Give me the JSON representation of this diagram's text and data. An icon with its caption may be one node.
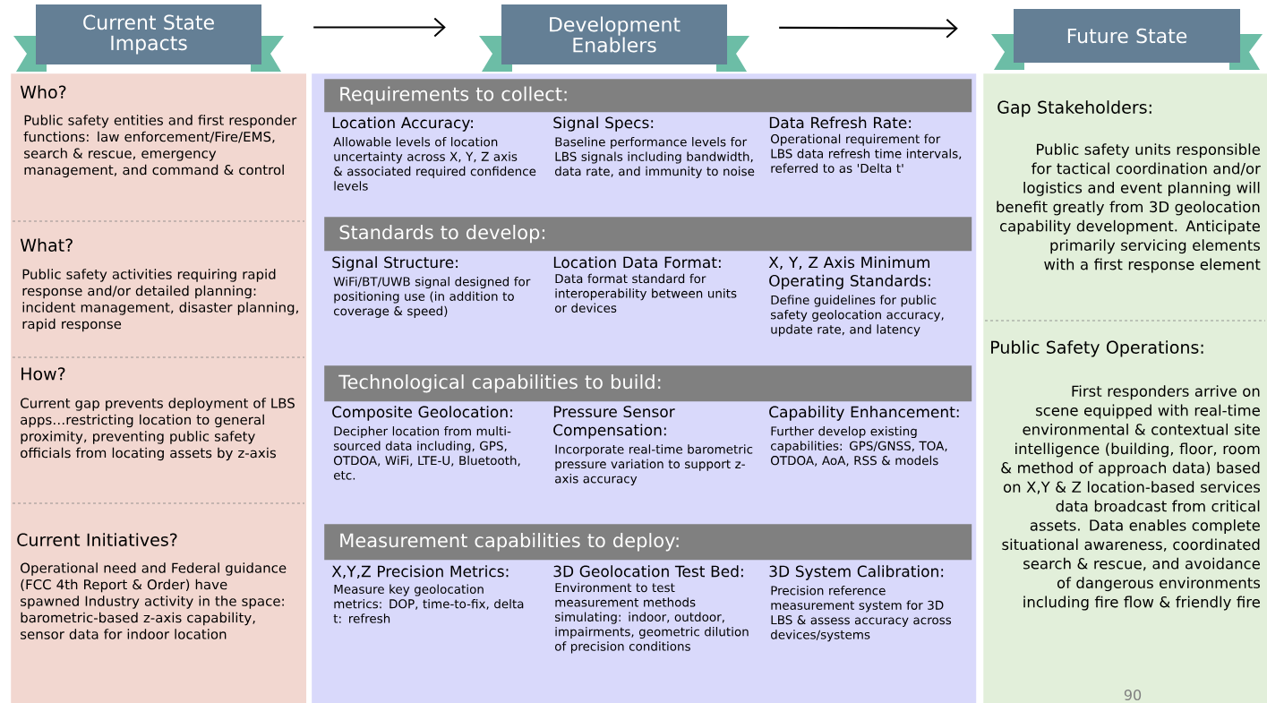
{
  "diagram": {
    "nodes": [
      {
        "text": [
          "Current State Impacts"
        ]
      },
      {
        "text": [
          "Development Enablers"
        ]
      },
      {
        "text": [
          "Future State"
        ]
      },
      {
        "text": [
          "Who?",
          "Public safety entities and first responder functions: law enforcement/Fire/EMS, search & rescue, emergency management, and command & control",
          "What?",
          "Public safety activities requiring rapid response and/or detailed planning: incident management, disaster planning, rapid response",
          "How?",
          "Current gap prevents deployment of LBS apps…restricting location to general proximity, preventing public safety officials from locating assets by z-axis",
          "Current Initiatives?",
          "Operational need and Federal guidance (FCC 4th Report & Order) have spawned Industry activity in the space: barometric-based z-axis capability, sensor data for indoor location"
        ]
      },
      {
        "text": [],
        "shape": "box"
      },
      {
        "text": [
          "Requirements to collect:"
        ],
        "in": 4
      },
      {
        "text": [
          "Standards to develop:"
        ],
        "in": 4
      },
      {
        "text": [
          "Technological capabilities to build:"
        ],
        "in": 4
      },
      {
        "text": [
          "Measurement capabilities to deploy:"
        ],
        "in": 4
      },
      {
        "text": [
          "Gap Stakeholders:",
          "Public safety units responsible for tactical coordination and/or logistics and event planning will benefit greatly from 3D geolocation capability development. Anticipate primarily servicing elements with a first response element",
          "Public Safety Operations:",
          "First responders arrive on scene equipped with real-time environmental & contextual site intelligence (building, floor, room & method of approach data) based on X,Y & Z location-based services data broadcast from critical assets. Data enables complete situational awareness, coordinated search & rescue, and avoidance of dangerous environments including fire flow & friendly fire"
        ]
      }
    ],
    "edges": [
      {
        "from": 0,
        "to": 1,
        "arrow": "to"
      },
      {
        "from": 1,
        "to": 2,
        "arrow": "to"
      }
    ],
    "labels": [
      "Location Accuracy:",
      "Allowable levels of location uncertainty across X, Y, Z axis & associated required confidence levels",
      "Signal Specs:",
      "Baseline performance levels for LBS signals including bandwidth, data rate, and immunity to noise",
      "Data Refresh Rate:",
      "Operational requirement for LBS data refresh time intervals, referred to as 'Delta t'",
      "Signal Structure:",
      "WiFi/BT/UWB signal designed for positioning use (in addition to coverage & speed)",
      "Location Data Format:",
      "Data format standard for interoperability between units or devices",
      "X, Y, Z Axis Minimum Operating Standards:",
      "Define guidelines for public safety geolocation accuracy, update rate, and latency",
      "Composite Geolocation:",
      "Decipher location from multi-sourced data including, GPS, OTDOA, WiFi, LTE-U, Bluetooth, etc.",
      "Pressure Sensor Compensation:",
      "Incorporate real-time barometric pressure variation to support z-axis accuracy",
      "Capability Enhancement:",
      "Further develop existing capabilities: GPS/GNSS, TOA, OTDOA, AoA, RSS & models",
      "X,Y,Z Precision Metrics:",
      "Measure key geolocation metrics: DOP, time-to-fix, delta t: refresh",
      "3D Geolocation Test Bed:",
      "Environment to test measurement methods simulating: indoor, outdoor, impairments, geometric dilution of precision conditions",
      "3D System Calibration:",
      "Precision reference measurement system for 3D LBS & assess accuracy across devices/systems",
      "90"
    ]
  }
}
